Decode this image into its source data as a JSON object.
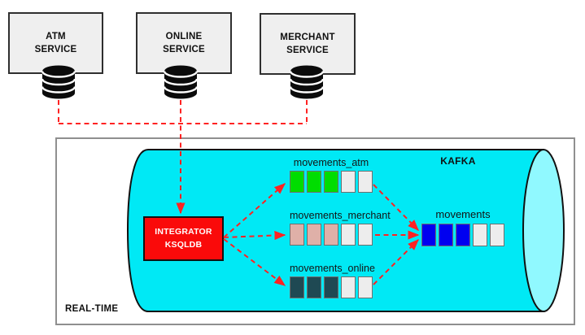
{
  "services": [
    {
      "label": "ATM\nSERVICE"
    },
    {
      "label": "ONLINE\nSERVICE"
    },
    {
      "label": "MERCHANT\nSERVICE"
    }
  ],
  "integrator": {
    "label": "INTEGRATOR\nKSQLDB"
  },
  "kafka_label": "KAFKA",
  "realtime_label": "REAL-TIME",
  "topics": [
    {
      "name": "movements_atm",
      "filled_cells": 3,
      "empty_cells": 2,
      "cell_color": "#00dd00"
    },
    {
      "name": "movements_merchant",
      "filled_cells": 3,
      "empty_cells": 2,
      "cell_color": "#dfb0a8"
    },
    {
      "name": "movements_online",
      "filled_cells": 3,
      "empty_cells": 2,
      "cell_color": "#1f4953"
    },
    {
      "name": "movements",
      "filled_cells": 3,
      "empty_cells": 2,
      "cell_color": "#0000f0"
    }
  ],
  "colors": {
    "connector_red": "#ff2222",
    "integrator_red": "#fa0a0a",
    "cylinder_body": "#00e9f5",
    "cylinder_cap": "#90f9ff",
    "service_fill": "#efefef",
    "empty_cell": "#ededed"
  },
  "css_vars": {
    "connector-red": "#ff2222",
    "integrator-red": "#fa0a0a",
    "cyl-body": "#00e9f5",
    "cyl-cap": "#90f9ff",
    "service-fill": "#efefef",
    "cell-empty": "#ededed",
    "cell-atm": "#00dd00",
    "cell-merchant": "#dfb0a8",
    "cell-online": "#1f4953",
    "cell-movements": "#0000f0"
  }
}
